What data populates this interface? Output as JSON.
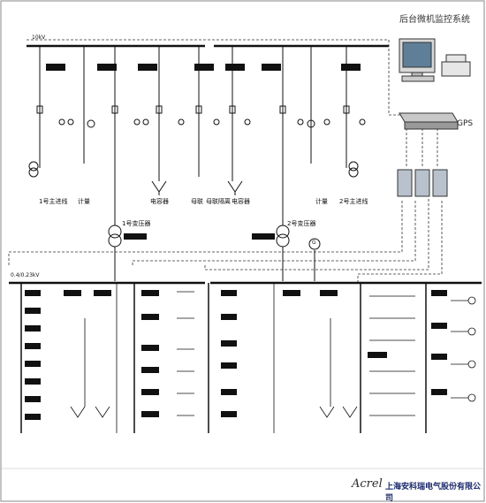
{
  "system_title": "后台微机监控系统",
  "gps_label": "GPS",
  "hv_bus_voltage": "10kV",
  "lv_bus_voltage": "0.4/0.23kV",
  "top_feeder_labels": [
    "1号主进线",
    "计量",
    "电容器",
    "母联",
    "母联隔离",
    "电容器",
    "计量",
    "2号主进线"
  ],
  "transformer_labels": [
    "1号变压器",
    "2号变压器"
  ],
  "generator_symbol": "G",
  "company_name": "上海安科瑞电气股份有限公司",
  "brand": "Acrel",
  "colors": {
    "line": "#111111",
    "dashed": "#333333",
    "meter": "#111111",
    "company": "#1b2a6b"
  }
}
